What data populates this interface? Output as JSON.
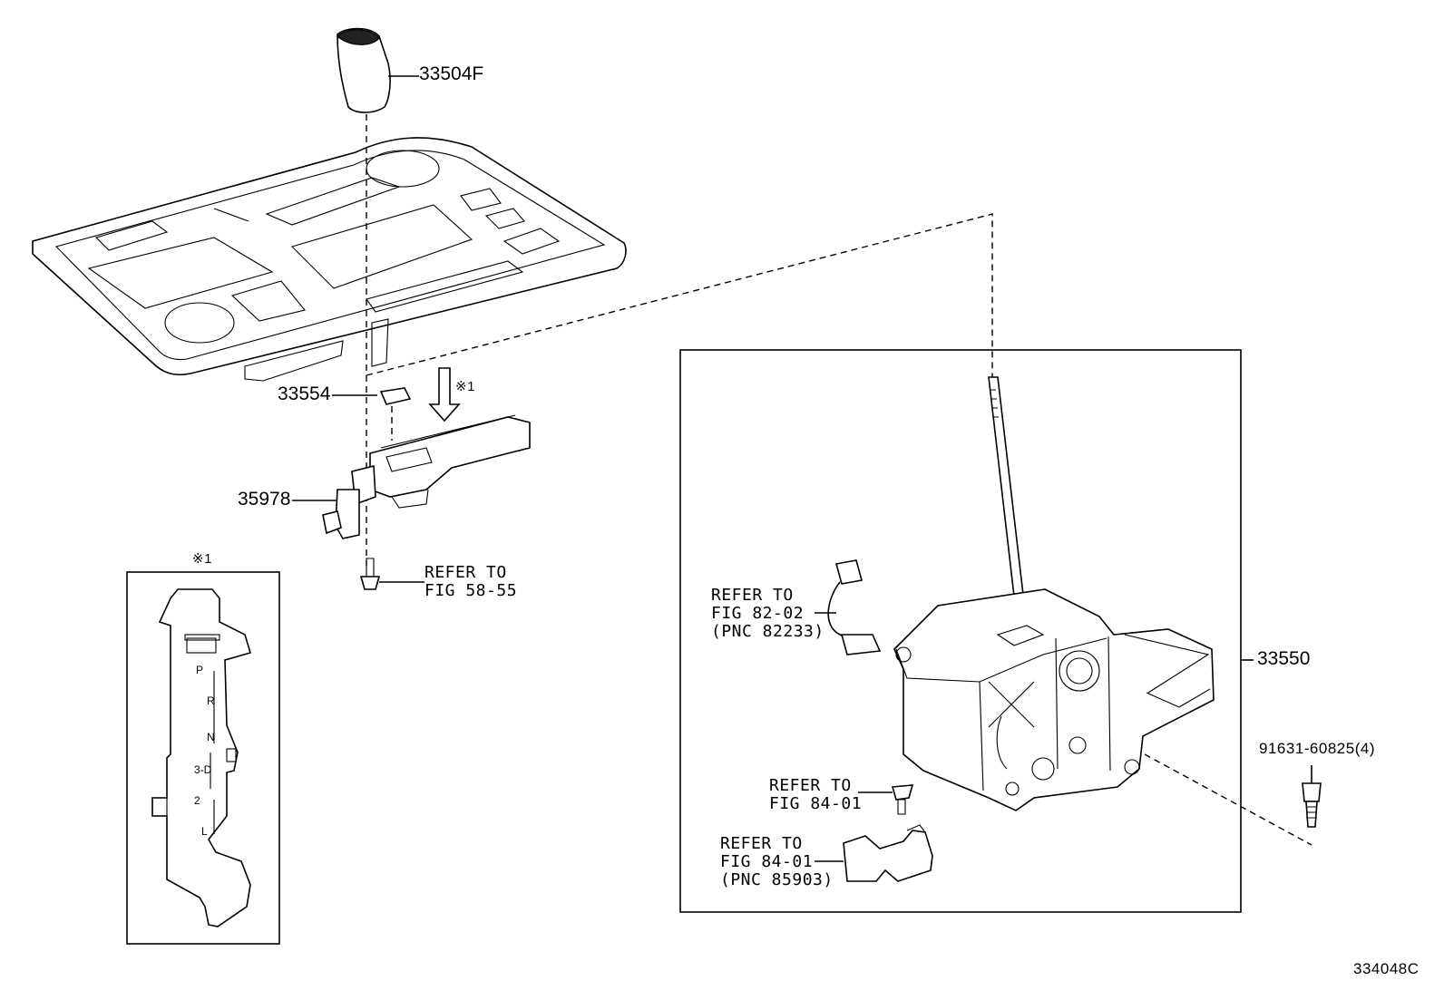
{
  "parts": {
    "knob": "33504F",
    "clip": "33554",
    "indicator": "35978",
    "shift_lever_assy": "33550",
    "bolt": "91631-60825(4)"
  },
  "refs": {
    "screw_left": [
      "REFER TO",
      "FIG 58-55"
    ],
    "connector": [
      "REFER TO",
      "FIG 82-02",
      "(PNC 82233)"
    ],
    "screw_right": [
      "REFER TO",
      "FIG 84-01"
    ],
    "block": [
      "REFER TO",
      "FIG 84-01",
      "(PNC 85903)"
    ]
  },
  "detail": {
    "mark": "※1",
    "arrow_mark": "※1",
    "gears": [
      "P",
      "R",
      "N",
      "3-D",
      "2",
      "L"
    ]
  },
  "figure_id": "334048C"
}
